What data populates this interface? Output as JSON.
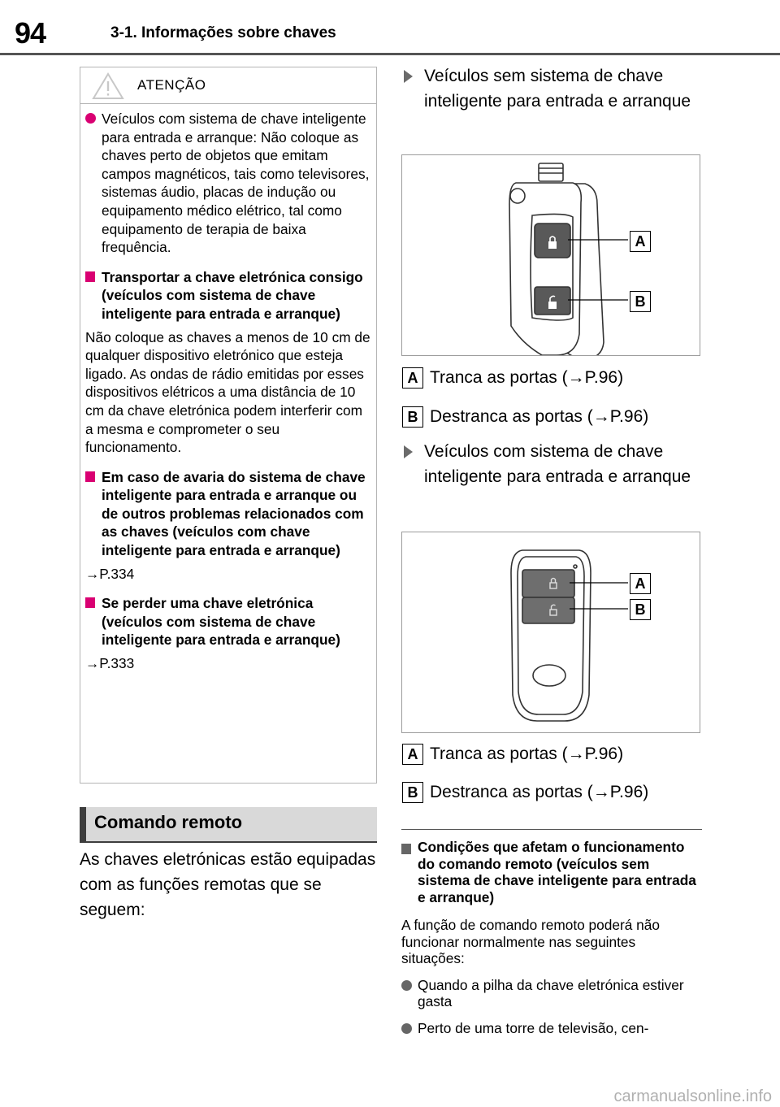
{
  "header": {
    "page_number": "94",
    "section": "3-1. Informações sobre chaves"
  },
  "warning": {
    "title": "ATENÇÃO",
    "bullet1": "Veículos com sistema de chave inteligente para entrada e arranque: Não coloque as chaves perto de objetos que emitam campos magnéticos, tais como televisores, sistemas áudio, placas de indução ou equipamento médico elétrico, tal como equipamento de terapia de baixa frequência.",
    "sub1_title": "Transportar a chave eletrónica consigo (veículos com sistema de chave inteligente para entrada e arranque)",
    "sub1_text": "Não coloque as chaves a menos de 10 cm de qualquer dispositivo eletrónico que esteja ligado. As ondas de rádio emitidas por esses dispositivos elétricos a uma distância de 10 cm da chave eletrónica podem interferir com a mesma e comprometer o seu funcionamento.",
    "sub2_title": "Em caso de avaria do sistema de chave inteligente para entrada e arranque ou de outros problemas relacionados com as chaves (veículos com chave inteligente para entrada e arranque)",
    "sub2_ref": "→P.334",
    "sub3_title": "Se perder uma chave eletrónica (veículos com sistema de chave inteligente para entrada e arranque)",
    "sub3_ref": "→P.333"
  },
  "remote": {
    "heading": "Comando remoto",
    "intro": "As chaves eletrónicas estão equipadas com as funções remotas que se seguem:"
  },
  "right": {
    "head1": "Veículos sem sistema de chave inteligente para entrada e arranque",
    "head2": "Veículos com sistema de chave inteligente para entrada e arranque",
    "label_a": "A",
    "label_b": "B",
    "lock_text": "Tranca as portas (→P.96)",
    "unlock_text": "Destranca as portas (→P.96)"
  },
  "conditions": {
    "title": "Condições que afetam o funcionamento do comando remoto (veículos sem sistema de chave inteligente para entrada e arranque)",
    "intro": "A função de comando remoto poderá não funcionar normalmente nas seguintes situações:",
    "bullet1": "Quando a pilha da chave eletrónica estiver gasta",
    "bullet2": "Perto de uma torre de televisão, cen-"
  },
  "watermark": "carmanualsonline.info",
  "colors": {
    "accent": "#d90072",
    "rule": "#555555"
  }
}
